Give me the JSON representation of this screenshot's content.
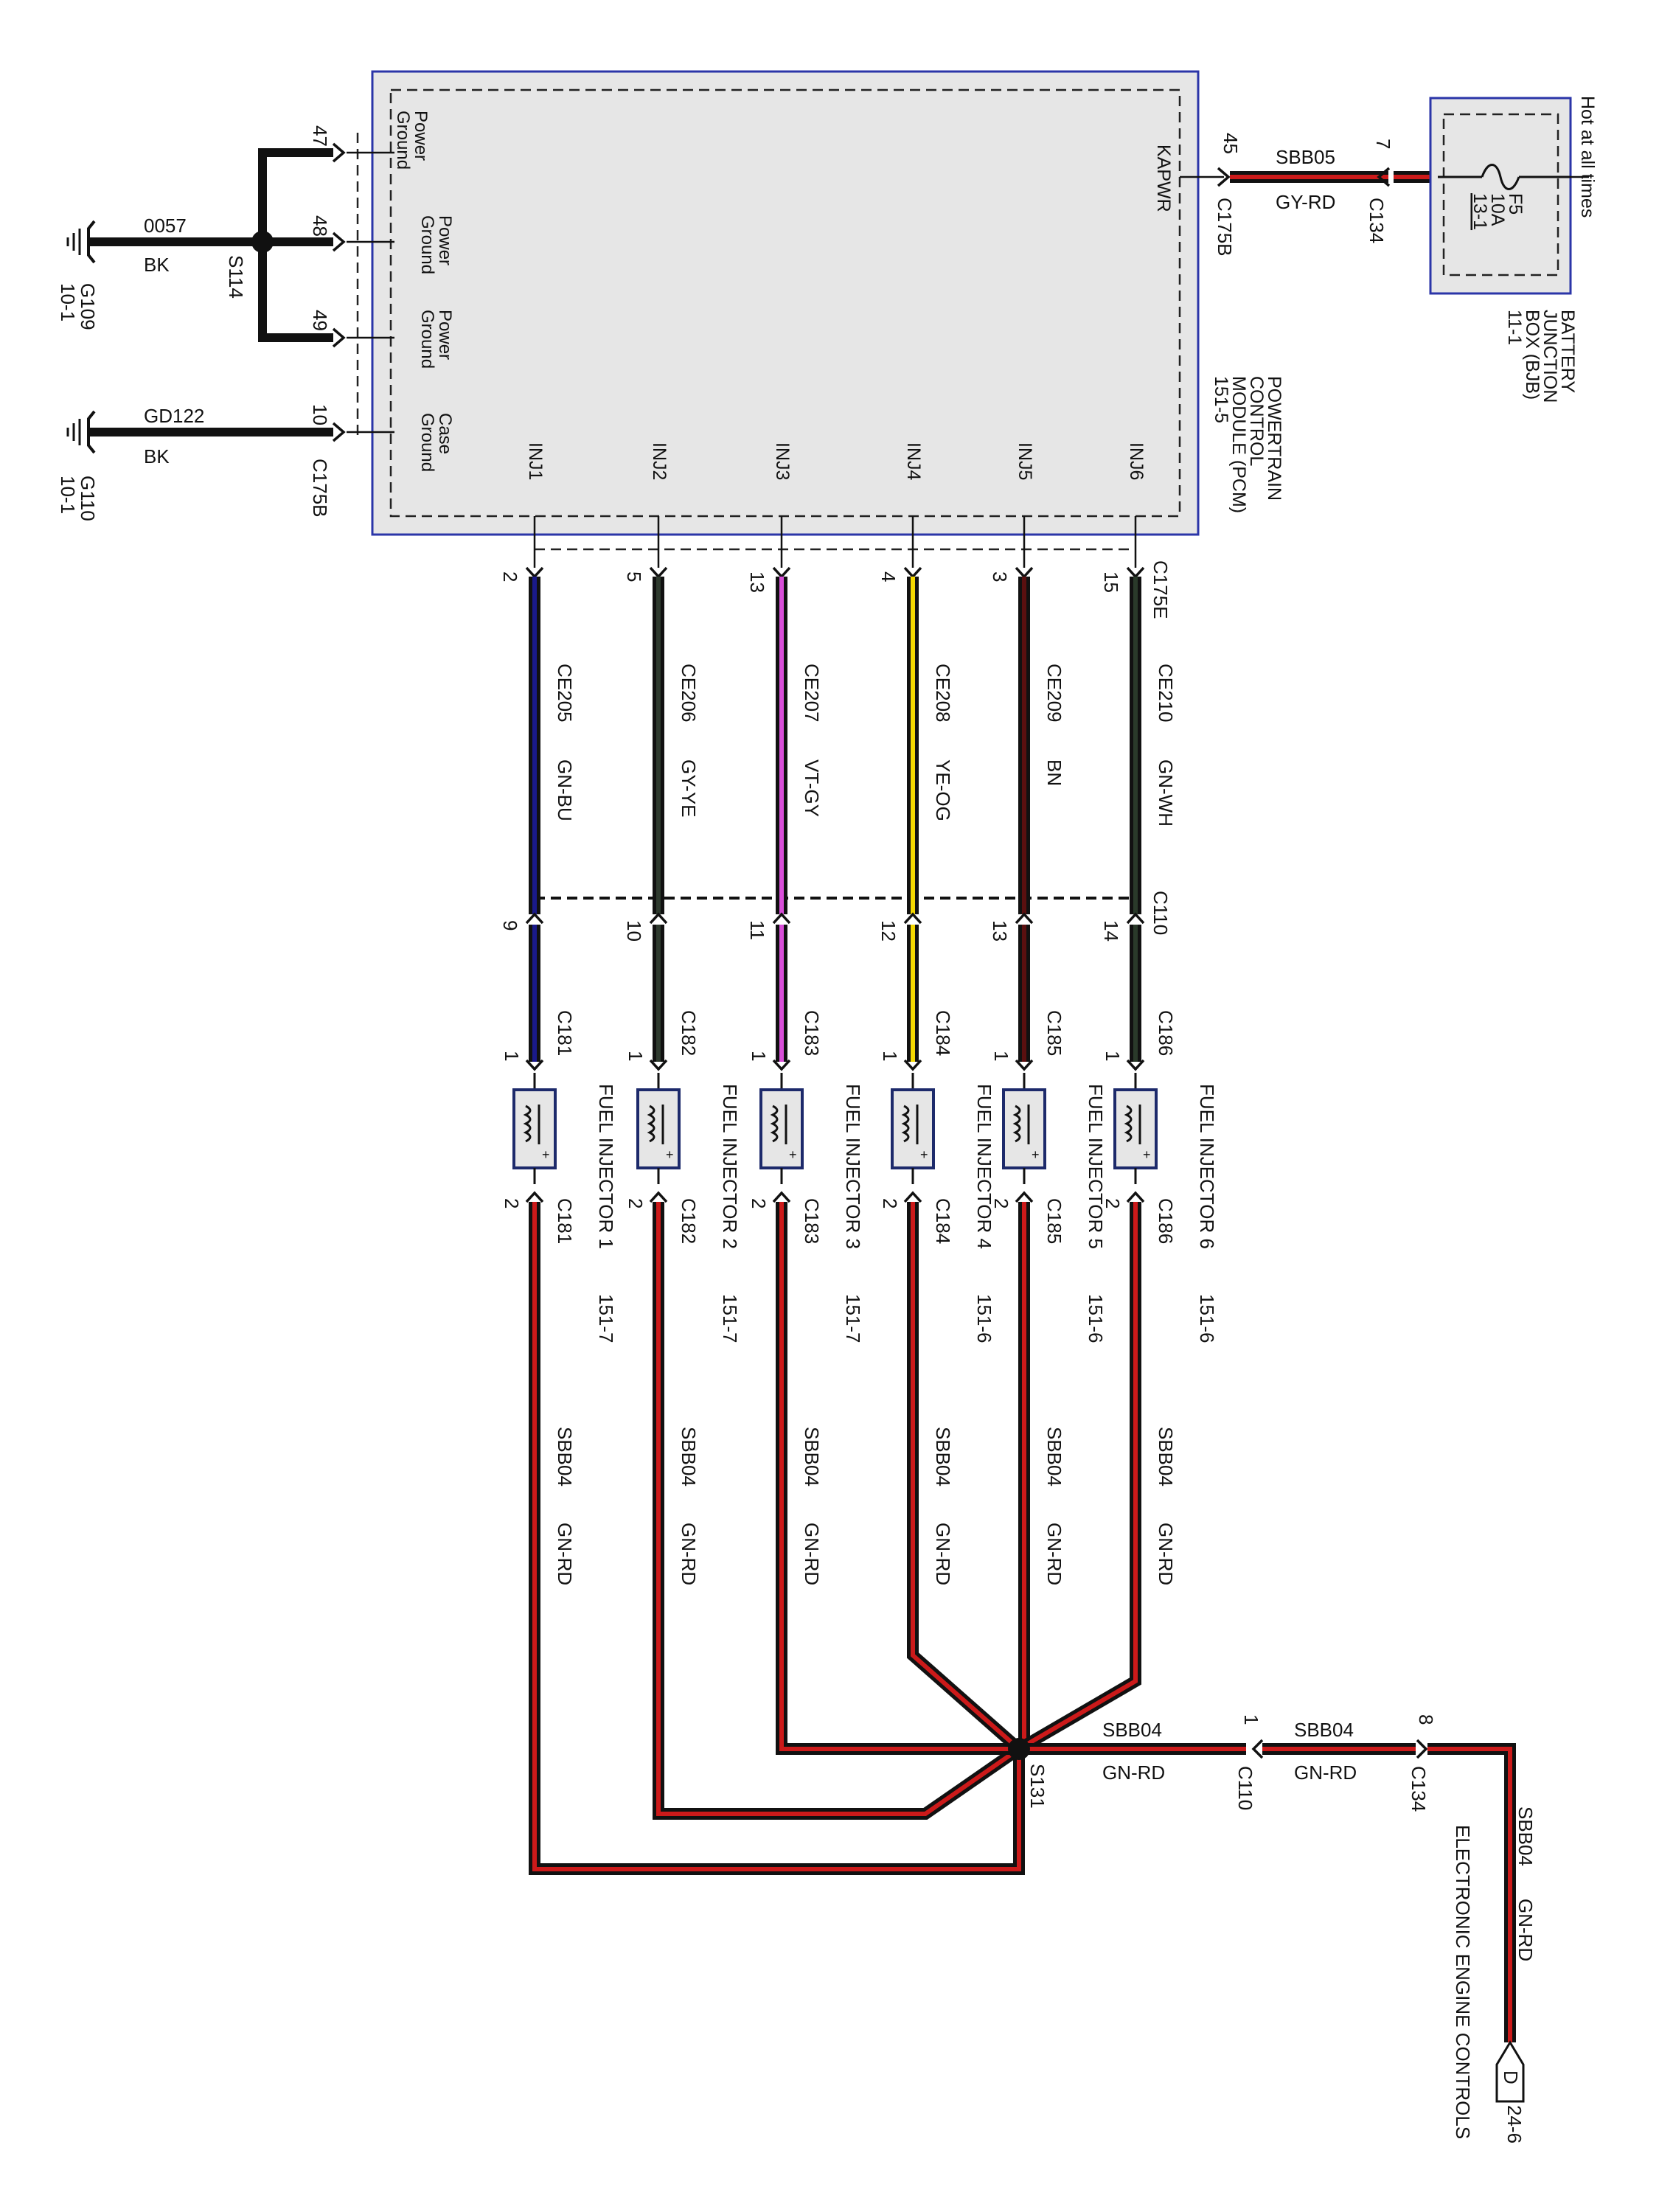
{
  "colors": {
    "module_border": "#2b35a8",
    "module_fill": "#e6e6e6",
    "wire_black": "#111111",
    "wire_red": "#cc1a1a",
    "wire_blue": "#1a1a8a",
    "wire_gray": "#2e3a2e",
    "wire_violet": "#d94fd9",
    "wire_yellow": "#f5d800",
    "wire_brown": "#5a1010",
    "wire_green": "#2a3a2a",
    "injector_border": "#1d2a6b"
  },
  "pcm": {
    "name_lines": [
      "POWERTRAIN",
      "CONTROL",
      "MODULE (PCM)",
      "151-5"
    ],
    "kapwr": "KAPWR",
    "ground_pins": [
      {
        "pin": "47",
        "label": [
          "Power",
          "Ground"
        ]
      },
      {
        "pin": "48",
        "label": [
          "Power",
          "Ground"
        ]
      },
      {
        "pin": "49",
        "label": [
          "Power",
          "Ground"
        ]
      },
      {
        "pin": "10",
        "label": [
          "Case",
          "Ground"
        ]
      }
    ],
    "inj_labels": [
      "INJ1",
      "INJ2",
      "INJ3",
      "INJ4",
      "INJ5",
      "INJ6"
    ]
  },
  "power_feed": {
    "pin_pcm": "45",
    "connector_pcm": "C175B",
    "circuit": "SBB05",
    "color": "GY-RD",
    "pin_bjb": "7",
    "connector_bjb": "C134"
  },
  "bjb": {
    "hot_label": "Hot at all times",
    "fuse": [
      "F5",
      "10A",
      "13-1"
    ],
    "name_lines": [
      "BATTERY",
      "JUNCTION",
      "BOX (BJB)",
      "11-1"
    ]
  },
  "grounds": {
    "g109": {
      "circuit": "0057",
      "color": "BK",
      "splice": "S114",
      "name": "G109",
      "ref": "10-1"
    },
    "g110": {
      "circuit": "GD122",
      "color": "BK",
      "connector": "C175B",
      "name": "G110",
      "ref": "10-1"
    }
  },
  "c175e": "C175E",
  "c110": "C110",
  "injectors": [
    {
      "pin_pcm": "2",
      "circuit": "CE205",
      "color": "GN-BU",
      "pin_c110": "9",
      "connector": "C181",
      "name": "FUEL INJECTOR 1",
      "ref": "151-7",
      "pin_in": "1",
      "pin_out": "2"
    },
    {
      "pin_pcm": "5",
      "circuit": "CE206",
      "color": "GY-YE",
      "pin_c110": "10",
      "connector": "C182",
      "name": "FUEL INJECTOR 2",
      "ref": "151-7",
      "pin_in": "1",
      "pin_out": "2"
    },
    {
      "pin_pcm": "13",
      "circuit": "CE207",
      "color": "VT-GY",
      "pin_c110": "11",
      "connector": "C183",
      "name": "FUEL INJECTOR 3",
      "ref": "151-7",
      "pin_in": "1",
      "pin_out": "2"
    },
    {
      "pin_pcm": "4",
      "circuit": "CE208",
      "color": "YE-OG",
      "pin_c110": "12",
      "connector": "C184",
      "name": "FUEL INJECTOR 4",
      "ref": "151-6",
      "pin_in": "1",
      "pin_out": "2"
    },
    {
      "pin_pcm": "3",
      "circuit": "CE209",
      "color": "BN",
      "pin_c110": "13",
      "connector": "C185",
      "name": "FUEL INJECTOR 5",
      "ref": "151-6",
      "pin_in": "1",
      "pin_out": "2"
    },
    {
      "pin_pcm": "15",
      "circuit": "CE210",
      "color": "GN-WH",
      "pin_c110": "14",
      "connector": "C186",
      "name": "FUEL INJECTOR 6",
      "ref": "151-6",
      "pin_in": "1",
      "pin_out": "2"
    }
  ],
  "supply": {
    "circuit": "SBB04",
    "color": "GN-RD",
    "splice": "S131",
    "c110_pin": "1",
    "c110": "C110",
    "c134_pin": "8",
    "c134": "C134",
    "destination": "ELECTRONIC ENGINE CONTROLS",
    "dest_tag": "D",
    "dest_ref": "24-6"
  }
}
